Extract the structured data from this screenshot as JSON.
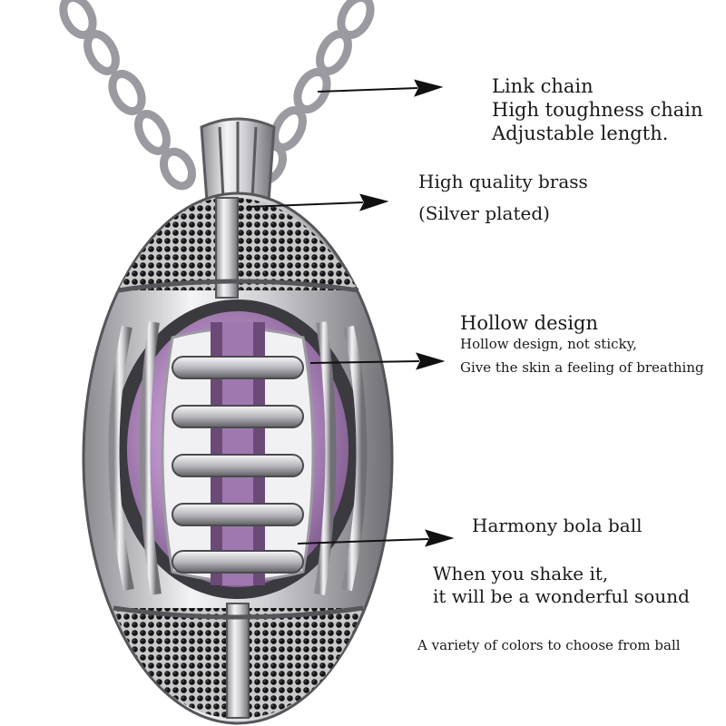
{
  "annotations": {
    "chain": {
      "title": "Link chain",
      "line1": "High toughness chain",
      "line2": "Adjustable length."
    },
    "brass": {
      "title": "High quality brass",
      "note": "(Silver plated)"
    },
    "hollow": {
      "title": "Hollow design",
      "line1": "Hollow design, not sticky,",
      "line2": "Give the skin a feeling of breathing"
    },
    "bola": {
      "title": "Harmony bola ball",
      "line1": "When you shake it,",
      "line2": "it will be a wonderful sound"
    },
    "colors_note": "A variety of colors to choose from ball"
  },
  "colors": {
    "silver": "#c9c9cc",
    "silver_dark": "#6e6e73",
    "purple_ball": "#b78fc4",
    "purple_dark": "#6b4a78",
    "black_stones": "#141414",
    "arrow": "#111111"
  },
  "icons": {
    "pendant": "football-cage-pendant-image",
    "chain": "link-chain-image"
  }
}
